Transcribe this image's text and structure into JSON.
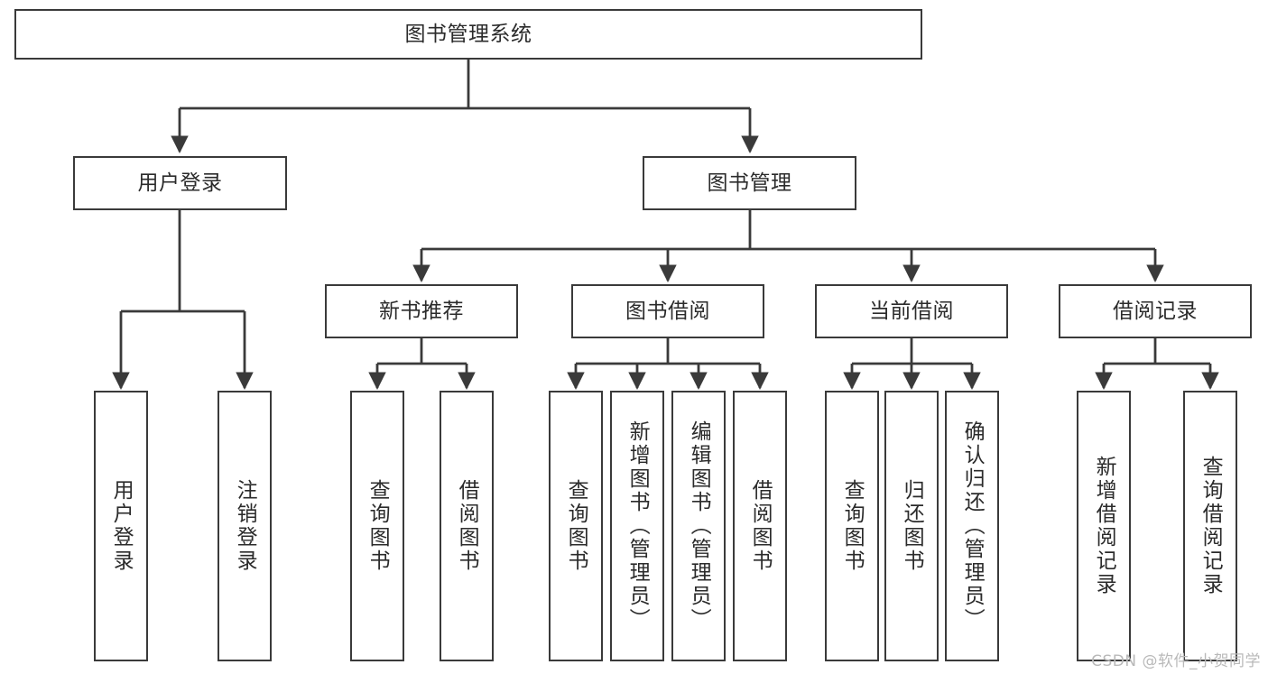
{
  "diagram": {
    "title": "图书管理系统",
    "type": "tree-hierarchy",
    "background_color": "#ffffff",
    "line_color": "#3a3a3a",
    "text_color": "#2b2b2b",
    "root": {
      "label": "图书管理系统"
    },
    "level2": [
      {
        "label": "用户登录"
      },
      {
        "label": "图书管理"
      }
    ],
    "level3": [
      {
        "label": "新书推荐"
      },
      {
        "label": "图书借阅"
      },
      {
        "label": "当前借阅"
      },
      {
        "label": "借阅记录"
      }
    ],
    "leaves": {
      "user_login": [
        {
          "label": "用户登录"
        },
        {
          "label": "注销登录"
        }
      ],
      "new_book_recommend": [
        {
          "label": "查询图书"
        },
        {
          "label": "借阅图书"
        }
      ],
      "book_borrow": [
        {
          "label": "查询图书"
        },
        {
          "label": "新增图书（管理员）"
        },
        {
          "label": "编辑图书（管理员）"
        },
        {
          "label": "借阅图书"
        }
      ],
      "current_borrow": [
        {
          "label": "查询图书"
        },
        {
          "label": "归还图书"
        },
        {
          "label": "确认归还（管理员）"
        }
      ],
      "borrow_record": [
        {
          "label": "新增借阅记录"
        },
        {
          "label": "查询借阅记录"
        }
      ]
    }
  },
  "watermark": {
    "text": "CSDN @软件_小贺同学"
  }
}
